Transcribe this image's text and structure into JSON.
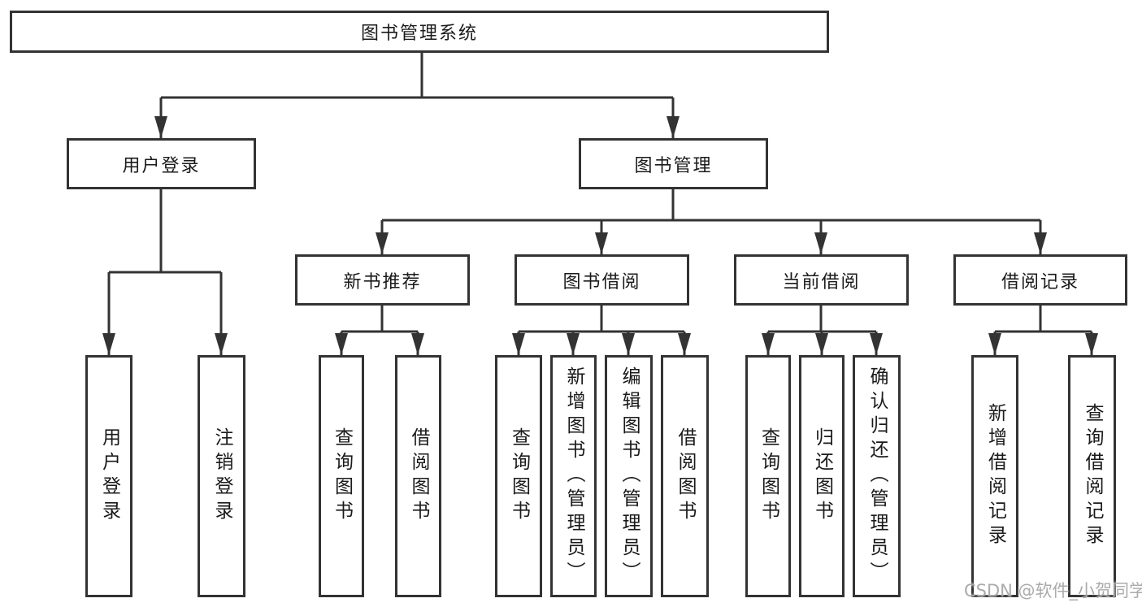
{
  "diagram": {
    "root": {
      "label": "图书管理系统"
    },
    "branches": [
      {
        "label": "用户登录",
        "children": [
          {
            "label": "用户登录"
          },
          {
            "label": "注销登录"
          }
        ]
      },
      {
        "label": "图书管理",
        "children": [
          {
            "label": "新书推荐",
            "children": [
              {
                "label": "查询图书"
              },
              {
                "label": "借阅图书"
              }
            ]
          },
          {
            "label": "图书借阅",
            "children": [
              {
                "label": "查询图书"
              },
              {
                "label": "新增图书（管理员）"
              },
              {
                "label": "编辑图书（管理员）"
              },
              {
                "label": "借阅图书"
              }
            ]
          },
          {
            "label": "当前借阅",
            "children": [
              {
                "label": "查询图书"
              },
              {
                "label": "归还图书"
              },
              {
                "label": "确认归还（管理员）"
              }
            ]
          },
          {
            "label": "借阅记录",
            "children": [
              {
                "label": "新增借阅记录"
              },
              {
                "label": "查询借阅记录"
              }
            ]
          }
        ]
      }
    ]
  },
  "watermark": {
    "text": "CSDN @软件_小贺同学"
  },
  "colors": {
    "line": "#333333",
    "box_border": "#333333",
    "box_background": "#ffffff",
    "page_background": "#ffffff",
    "text": "#1a1a1a",
    "watermark": "#a7a7a7"
  }
}
